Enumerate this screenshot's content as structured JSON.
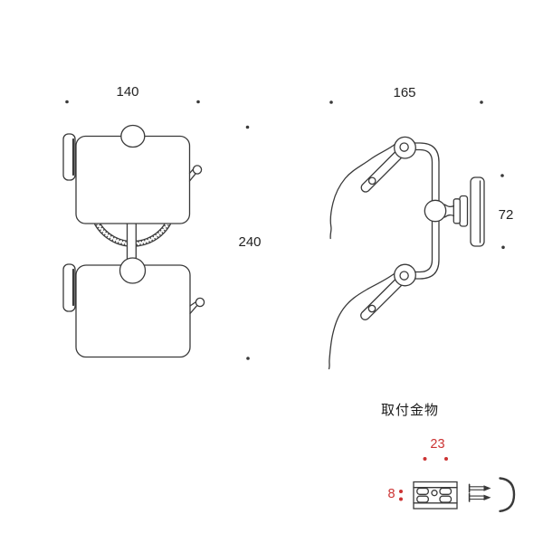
{
  "front_view": {
    "name": "double-paper-holder-front-view",
    "width_dim": "140",
    "height_dim": "240"
  },
  "side_view": {
    "name": "double-paper-holder-side-view",
    "width_dim": "165",
    "plate_height_dim": "72"
  },
  "hardware": {
    "title": "取付金物",
    "hole_pitch_dim": "23",
    "row_pitch_dim": "8"
  },
  "colors": {
    "line": "#3a3a3a",
    "dim_red": "#cc3333",
    "dim_text": "#222222"
  }
}
